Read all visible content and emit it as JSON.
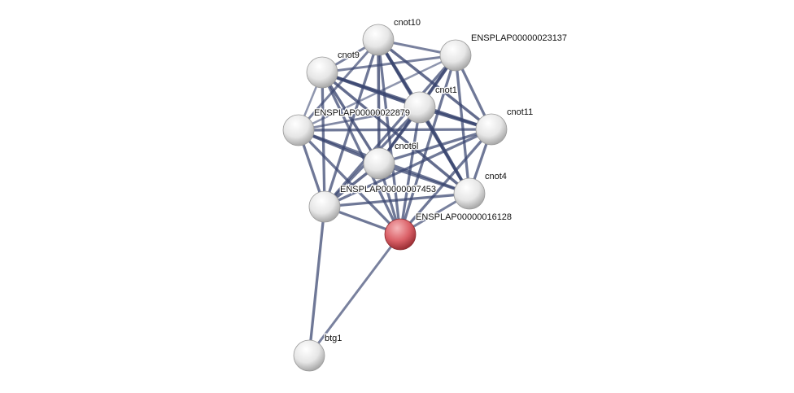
{
  "network": {
    "nodes": [
      {
        "id": "cnot10",
        "label": "cnot10",
        "query": false
      },
      {
        "id": "ENSPLAP00000023137",
        "label": "ENSPLAP00000023137",
        "query": false
      },
      {
        "id": "cnot9",
        "label": "cnot9",
        "query": false
      },
      {
        "id": "cnot1",
        "label": "cnot1",
        "query": false
      },
      {
        "id": "ENSPLAP00000022879",
        "label": "ENSPLAP00000022879",
        "query": false
      },
      {
        "id": "cnot11",
        "label": "cnot11",
        "query": false
      },
      {
        "id": "cnot6l",
        "label": "cnot6l",
        "query": false
      },
      {
        "id": "cnot4",
        "label": "cnot4",
        "query": false
      },
      {
        "id": "ENSPLAP00000007453",
        "label": "ENSPLAP00000007453",
        "query": false
      },
      {
        "id": "ENSPLAP00000016128",
        "label": "ENSPLAP00000016128",
        "query": true
      },
      {
        "id": "btg1",
        "label": "btg1",
        "query": false
      }
    ],
    "edges": [
      [
        "cnot10",
        "ENSPLAP00000023137",
        0.6
      ],
      [
        "cnot10",
        "cnot9",
        0.6
      ],
      [
        "cnot10",
        "cnot1",
        0.95
      ],
      [
        "cnot10",
        "ENSPLAP00000022879",
        0.6
      ],
      [
        "cnot10",
        "cnot11",
        0.8
      ],
      [
        "cnot10",
        "cnot6l",
        0.8
      ],
      [
        "cnot10",
        "cnot4",
        0.8
      ],
      [
        "cnot10",
        "ENSPLAP00000007453",
        0.7
      ],
      [
        "cnot10",
        "ENSPLAP00000016128",
        0.7
      ],
      [
        "ENSPLAP00000023137",
        "cnot9",
        0.6
      ],
      [
        "ENSPLAP00000023137",
        "cnot1",
        0.8
      ],
      [
        "ENSPLAP00000023137",
        "ENSPLAP00000022879",
        0.4
      ],
      [
        "ENSPLAP00000023137",
        "cnot11",
        0.7
      ],
      [
        "ENSPLAP00000023137",
        "cnot6l",
        0.7
      ],
      [
        "ENSPLAP00000023137",
        "cnot4",
        0.7
      ],
      [
        "ENSPLAP00000023137",
        "ENSPLAP00000007453",
        0.7
      ],
      [
        "ENSPLAP00000023137",
        "ENSPLAP00000016128",
        0.7
      ],
      [
        "cnot9",
        "cnot1",
        0.95
      ],
      [
        "cnot9",
        "ENSPLAP00000022879",
        0.4
      ],
      [
        "cnot9",
        "cnot11",
        0.8
      ],
      [
        "cnot9",
        "cnot6l",
        0.8
      ],
      [
        "cnot9",
        "cnot4",
        0.8
      ],
      [
        "cnot9",
        "ENSPLAP00000007453",
        0.7
      ],
      [
        "cnot9",
        "ENSPLAP00000016128",
        0.7
      ],
      [
        "cnot1",
        "ENSPLAP00000022879",
        0.5
      ],
      [
        "cnot1",
        "cnot11",
        0.95
      ],
      [
        "cnot1",
        "cnot6l",
        0.8
      ],
      [
        "cnot1",
        "cnot4",
        0.95
      ],
      [
        "cnot1",
        "ENSPLAP00000007453",
        0.7
      ],
      [
        "cnot1",
        "ENSPLAP00000016128",
        0.7
      ],
      [
        "ENSPLAP00000022879",
        "cnot11",
        0.7
      ],
      [
        "ENSPLAP00000022879",
        "cnot6l",
        0.8
      ],
      [
        "ENSPLAP00000022879",
        "cnot4",
        0.7
      ],
      [
        "ENSPLAP00000022879",
        "ENSPLAP00000007453",
        0.7
      ],
      [
        "ENSPLAP00000022879",
        "ENSPLAP00000016128",
        0.7
      ],
      [
        "cnot11",
        "cnot6l",
        0.7
      ],
      [
        "cnot11",
        "cnot4",
        0.7
      ],
      [
        "cnot11",
        "ENSPLAP00000007453",
        0.7
      ],
      [
        "cnot11",
        "ENSPLAP00000016128",
        0.7
      ],
      [
        "cnot6l",
        "cnot4",
        0.7
      ],
      [
        "cnot6l",
        "ENSPLAP00000007453",
        0.8
      ],
      [
        "cnot6l",
        "ENSPLAP00000016128",
        0.7
      ],
      [
        "cnot4",
        "ENSPLAP00000007453",
        0.7
      ],
      [
        "cnot4",
        "ENSPLAP00000016128",
        0.6
      ],
      [
        "ENSPLAP00000007453",
        "ENSPLAP00000016128",
        0.7
      ],
      [
        "btg1",
        "ENSPLAP00000007453",
        0.7
      ],
      [
        "btg1",
        "ENSPLAP00000016128",
        0.6
      ]
    ],
    "colors": {
      "node": "#e8e8e8",
      "query_node": "#d9565c",
      "edge": "#3a4670"
    }
  }
}
